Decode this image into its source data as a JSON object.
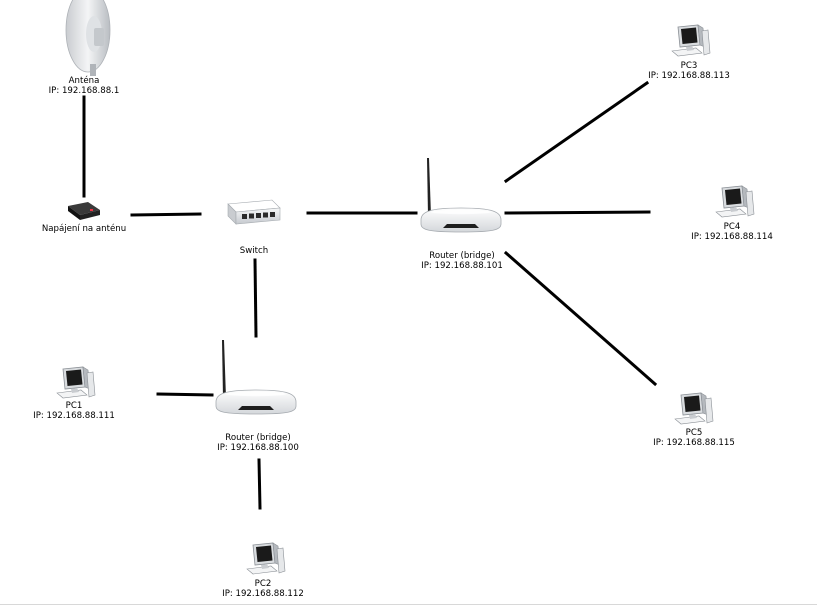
{
  "nodes": {
    "antenna": {
      "name": "Anténa",
      "ip": "IP: 192.168.88.1"
    },
    "poe": {
      "name": "Napájení na anténu"
    },
    "switch": {
      "name": "Switch"
    },
    "router101": {
      "name": "Router (bridge)",
      "ip": "IP: 192.168.88.101"
    },
    "router100": {
      "name": "Router (bridge)",
      "ip": "IP: 192.168.88.100"
    },
    "pc1": {
      "name": "PC1",
      "ip": "IP: 192.168.88.111"
    },
    "pc2": {
      "name": "PC2",
      "ip": "IP: 192.168.88.112"
    },
    "pc3": {
      "name": "PC3",
      "ip": "IP: 192.168.88.113"
    },
    "pc4": {
      "name": "PC4",
      "ip": "IP: 192.168.88.114"
    },
    "pc5": {
      "name": "PC5",
      "ip": "IP: 192.168.88.115"
    }
  },
  "links": [
    [
      "antenna",
      "poe"
    ],
    [
      "poe",
      "switch"
    ],
    [
      "switch",
      "router101"
    ],
    [
      "switch",
      "router100"
    ],
    [
      "router100",
      "pc1"
    ],
    [
      "router100",
      "pc2"
    ],
    [
      "router101",
      "pc3"
    ],
    [
      "router101",
      "pc4"
    ],
    [
      "router101",
      "pc5"
    ]
  ],
  "colors": {
    "link": "#000000",
    "device_body": "#eef0f2",
    "device_shadow": "#9aa0a6"
  }
}
